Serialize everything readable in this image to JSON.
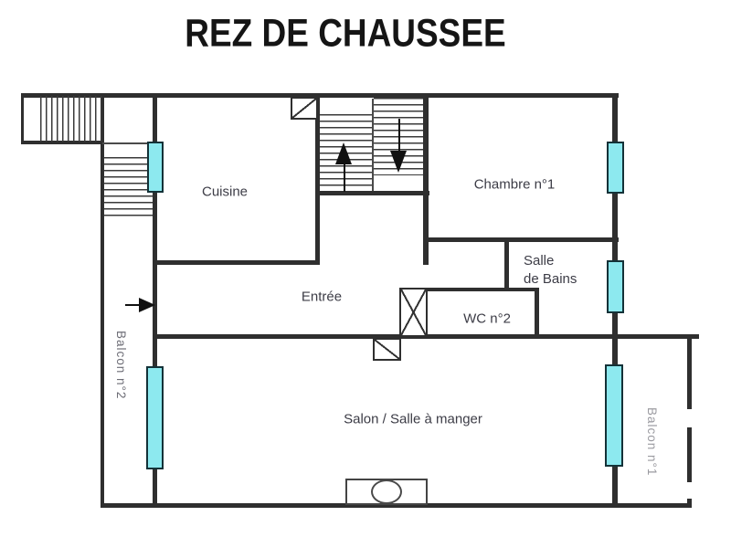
{
  "title": "REZ DE CHAUSSEE",
  "rooms": {
    "cuisine": "Cuisine",
    "chambre1": "Chambre n°1",
    "entree": "Entrée",
    "salle_de_bains_line1": "Salle",
    "salle_de_bains_line2": "de Bains",
    "wc2": "WC n°2",
    "salon": "Salon / Salle à manger",
    "balcon2": "Balcon n°2",
    "balcon1": "Balcon n°1"
  },
  "colors": {
    "wall": "#2f2f2f",
    "window_fill": "#8de9ef",
    "window_border": "#143238",
    "room_label": "#3c3c46",
    "balcony_label": "#6d6d76",
    "balcony1_label": "#9a9aa0",
    "arrow": "#111111"
  }
}
